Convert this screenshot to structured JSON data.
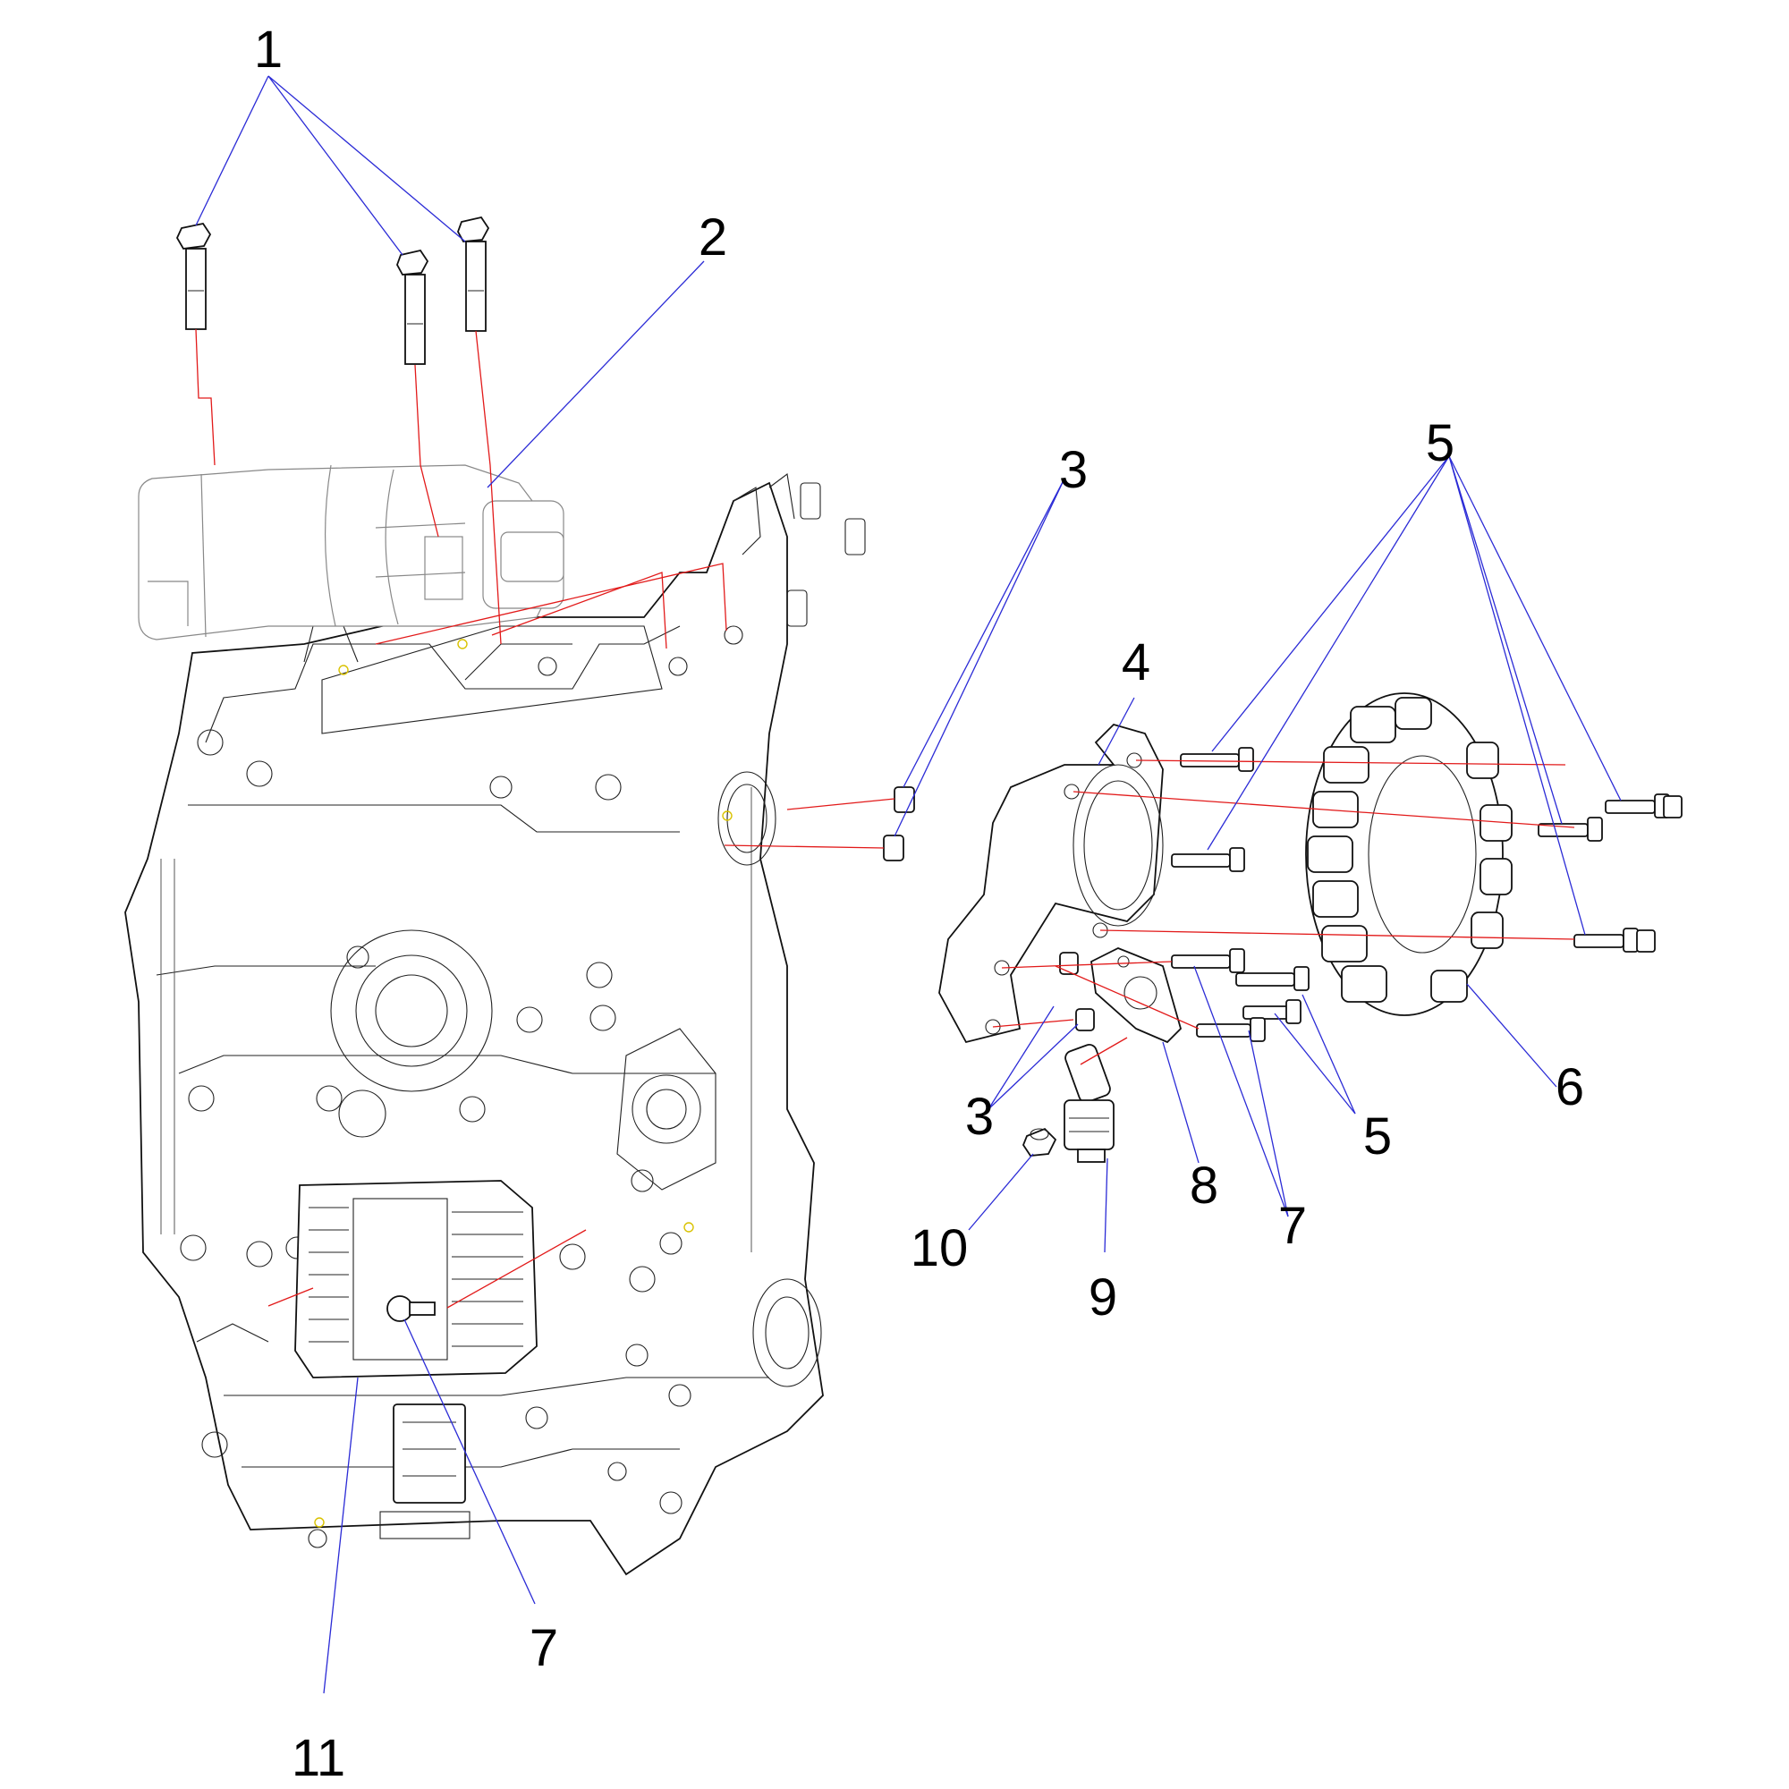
{
  "callouts": [
    {
      "id": "1",
      "label": "1"
    },
    {
      "id": "2",
      "label": "2"
    },
    {
      "id": "3a",
      "label": "3"
    },
    {
      "id": "3b",
      "label": "3"
    },
    {
      "id": "4",
      "label": "4"
    },
    {
      "id": "5a",
      "label": "5"
    },
    {
      "id": "5b",
      "label": "5"
    },
    {
      "id": "6",
      "label": "6"
    },
    {
      "id": "7a",
      "label": "7"
    },
    {
      "id": "7b",
      "label": "7"
    },
    {
      "id": "8",
      "label": "8"
    },
    {
      "id": "9",
      "label": "9"
    },
    {
      "id": "10",
      "label": "10"
    },
    {
      "id": "11",
      "label": "11"
    }
  ],
  "colors": {
    "leader": "#2b2bd6",
    "alignment_line": "#e21a1a",
    "outline": "#111111",
    "background": "#ffffff"
  }
}
